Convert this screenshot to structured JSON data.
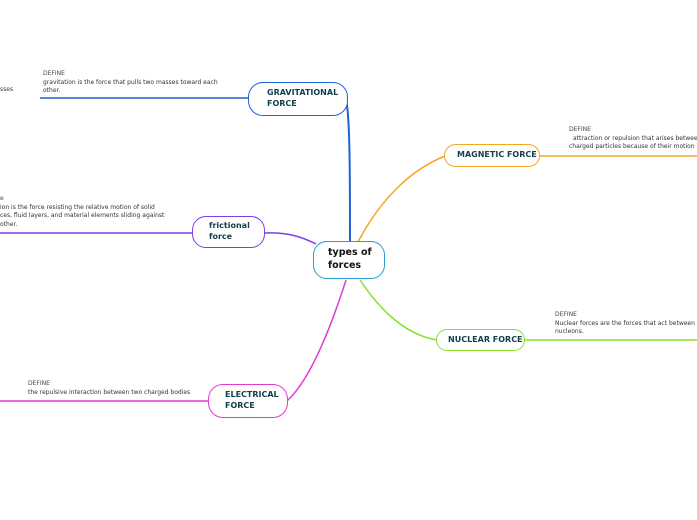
{
  "central": {
    "label": "types of forces"
  },
  "branches": [
    {
      "key": "gravitational",
      "label": "GRAVITATIONAL FORCE",
      "color": "#1e63d6",
      "note": {
        "heading": "DEFINE",
        "text": "gravitation is the force that pulls two masses toward each other.",
        "clipped_prefix": "sses"
      }
    },
    {
      "key": "frictional",
      "label": "frictional force",
      "color": "#7a3ee8",
      "note": {
        "heading": "DEFINE",
        "text": "friction is the force resisting the relative motion of solid surfaces, fluid layers, and material elements sliding against each other."
      }
    },
    {
      "key": "electrical",
      "label": "ELECTRICAL FORCE",
      "color": "#e23ad6",
      "note": {
        "heading": "DEFINE",
        "text": "the repulsive interaction between two charged bodies"
      }
    },
    {
      "key": "magnetic",
      "label": "MAGNETIC FORCE",
      "color": "#f5a623",
      "note": {
        "heading": "DEFINE",
        "text": "attraction or repulsion that arises between electrically charged particles because of their motion"
      }
    },
    {
      "key": "nuclear",
      "label": "NUCLEAR FORCE",
      "color": "#86e02a",
      "note": {
        "heading": "DEFINE",
        "text": "Nuclear forces are the forces that act between two or more nucleons."
      }
    }
  ],
  "visible": {
    "grav_label_1": "GRAVITATIONAL",
    "grav_label_2": "FORCE",
    "grav_note_1": "gravitation is the force that pulls two masses toward each",
    "grav_note_2": "other.",
    "fric_label_1": "frictional",
    "fric_label_2": "force",
    "fric_note_heading": "e",
    "fric_note_1": "ion is the force resisting the relative motion of solid",
    "fric_note_2": "ces, fluid layers, and material elements sliding against",
    "fric_note_3": "other.",
    "elec_label_1": "ELECTRICAL",
    "elec_label_2": "FORCE",
    "mag_note_1": "attraction or repulsion that arises between el",
    "mag_note_2": "charged particles because of their motion",
    "nuc_note_1": "Nuclear forces are the forces that act between two",
    "nuc_note_2": "nucleons.",
    "central_1": "types of",
    "central_2": "forces"
  }
}
